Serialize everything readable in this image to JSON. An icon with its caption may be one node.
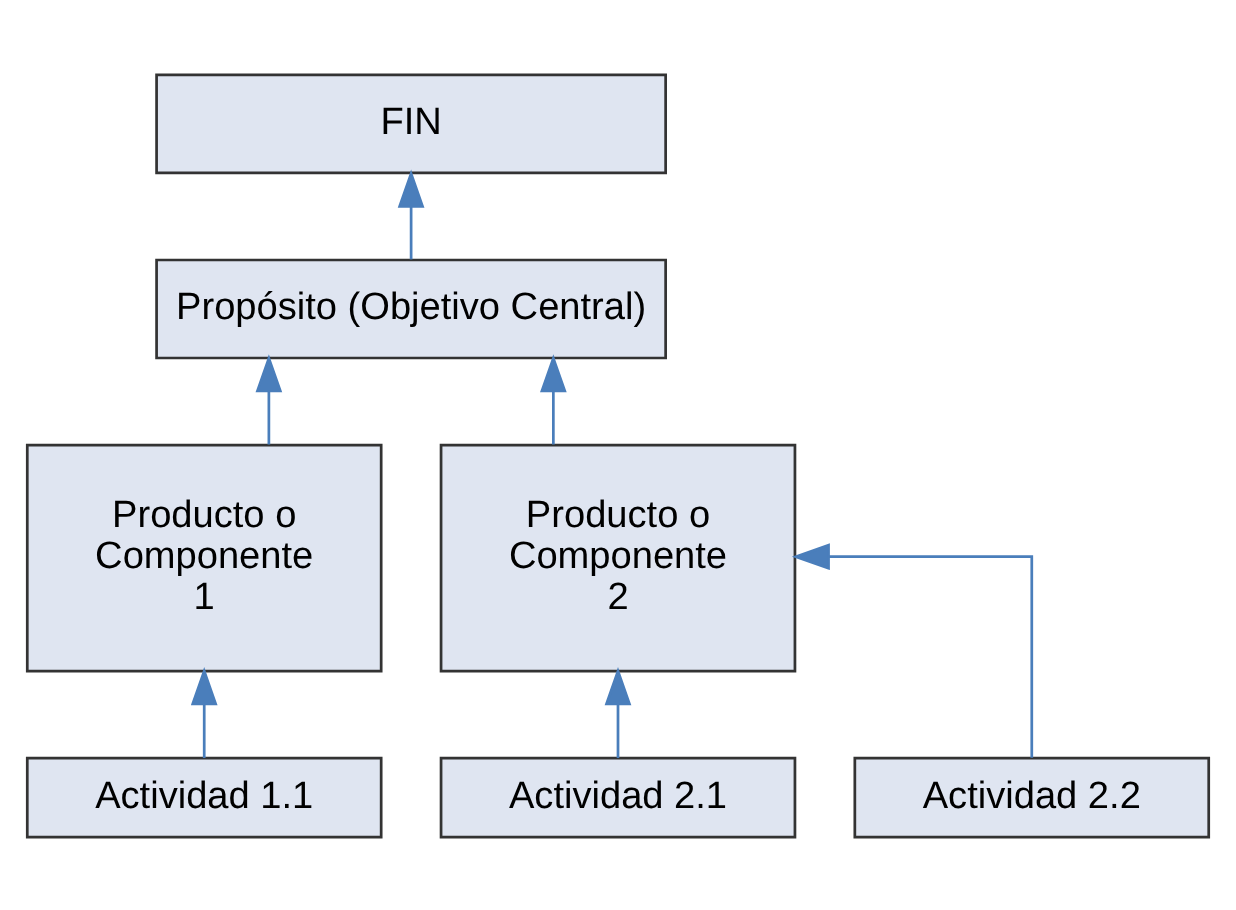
{
  "diagram": {
    "nodes": [
      {
        "text": [
          "FIN"
        ]
      },
      {
        "text": [
          "Propósito (Objetivo Central)"
        ]
      },
      {
        "text": [
          "Producto o Componente 1"
        ]
      },
      {
        "text": [
          "Producto o Componente 2"
        ]
      },
      {
        "text": [
          "Actividad 1.1"
        ]
      },
      {
        "text": [
          "Actividad 2.1"
        ]
      },
      {
        "text": [
          "Actividad 2.2"
        ]
      }
    ],
    "edges": [
      {
        "from": 1,
        "to": 0,
        "arrow": "to"
      },
      {
        "from": 2,
        "to": 1,
        "arrow": "to"
      },
      {
        "from": 3,
        "to": 1,
        "arrow": "to"
      },
      {
        "from": 4,
        "to": 2,
        "arrow": "to"
      },
      {
        "from": 5,
        "to": 3,
        "arrow": "to"
      },
      {
        "from": 6,
        "to": 3,
        "arrow": "to"
      }
    ]
  }
}
